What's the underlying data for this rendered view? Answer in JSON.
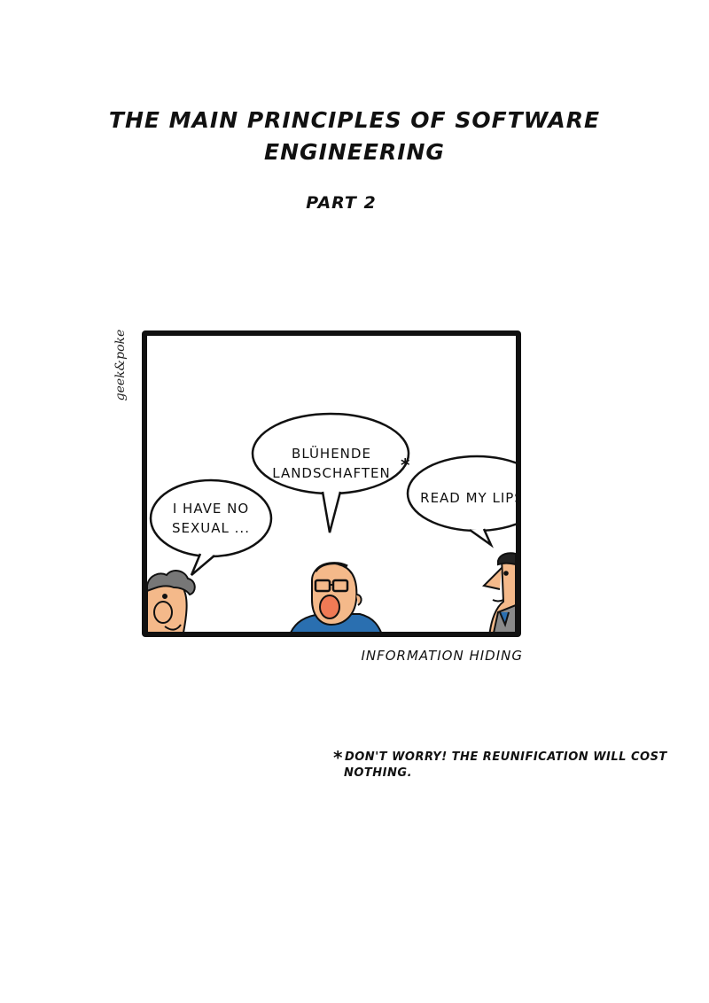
{
  "title": {
    "line1": "The main principles of software",
    "line2": "engineering"
  },
  "subtitle": "Part 2",
  "credit": "geek&poke",
  "panel": {
    "bubbles": {
      "left_line1": "I have no",
      "left_line2": "sexual ...",
      "middle_line1": "Blühende",
      "middle_line2": "Landschaften",
      "middle_asterisk": "*",
      "right": "Read my lips!"
    }
  },
  "caption": "Information Hiding",
  "footnote": {
    "mark": "*",
    "line1": "Don't worry! The reunification will cost",
    "line2": "nothing."
  },
  "colors": {
    "ink": "#111111",
    "skin": "#f4b98a",
    "hair_gray": "#777777",
    "shirt_blue": "#2a6fb0",
    "suit_gray": "#8a8a8a"
  }
}
